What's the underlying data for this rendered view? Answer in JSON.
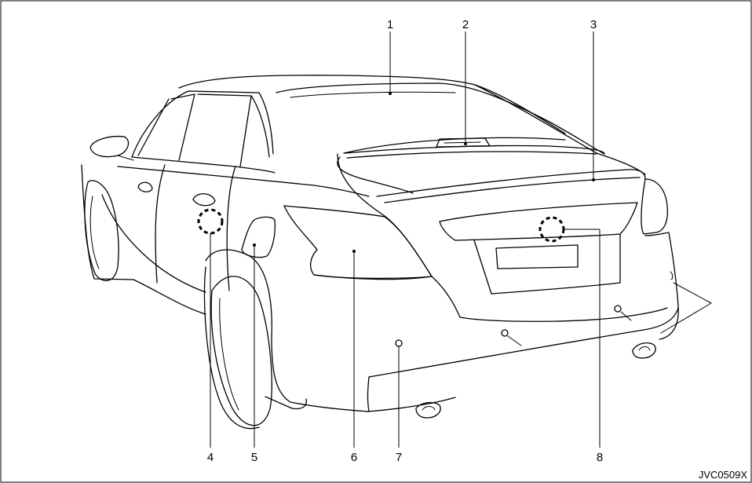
{
  "callouts": [
    "1",
    "2",
    "3",
    "4",
    "5",
    "6",
    "7",
    "8"
  ],
  "figure_code": "JVC0509X"
}
